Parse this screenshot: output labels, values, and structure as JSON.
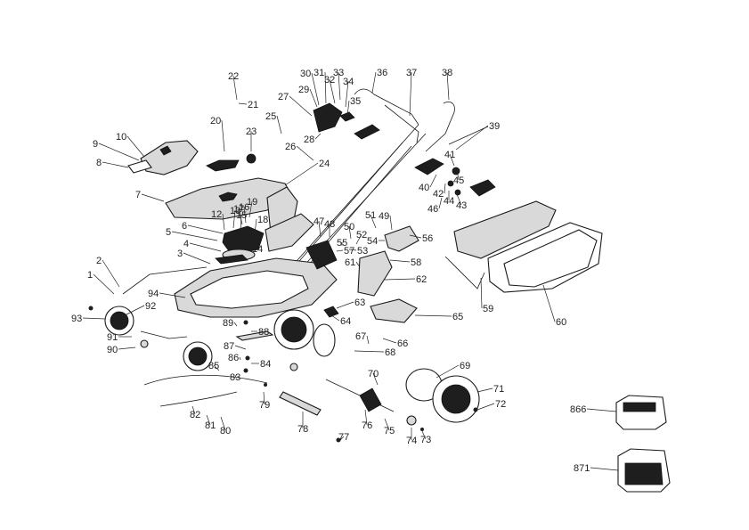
{
  "diagram": {
    "type": "exploded-parts-diagram",
    "part_labels": [
      "1",
      "2",
      "3",
      "4",
      "5",
      "6",
      "7",
      "8",
      "9",
      "10",
      "12",
      "13",
      "14",
      "15",
      "16",
      "17",
      "18",
      "19",
      "20",
      "21",
      "22",
      "23",
      "24",
      "25",
      "26",
      "27",
      "28",
      "29",
      "30",
      "31",
      "32",
      "33",
      "34",
      "35",
      "36",
      "37",
      "38",
      "39",
      "40",
      "41",
      "42",
      "43",
      "44",
      "45",
      "46",
      "47",
      "48",
      "49",
      "50",
      "51",
      "52",
      "53",
      "54",
      "55",
      "56",
      "57",
      "58",
      "59",
      "60",
      "61",
      "62",
      "63",
      "64",
      "65",
      "66",
      "67",
      "68",
      "69",
      "70",
      "71",
      "72",
      "73",
      "74",
      "75",
      "76",
      "77",
      "78",
      "79",
      "80",
      "81",
      "82",
      "83",
      "84",
      "85",
      "86",
      "87",
      "88",
      "89",
      "90",
      "91",
      "92",
      "93",
      "94",
      "866",
      "871"
    ]
  }
}
